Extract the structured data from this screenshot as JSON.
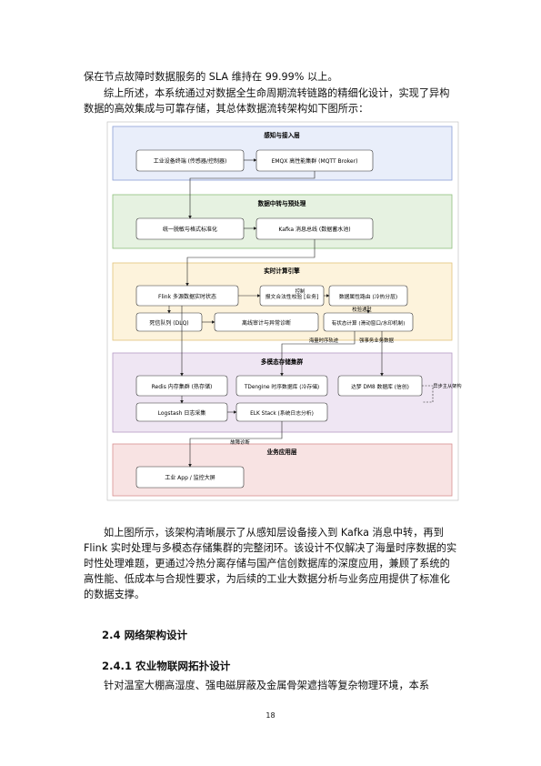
{
  "paragraphs": {
    "p1": "保在节点故障时数据服务的 SLA 维持在 99.99% 以上。",
    "p2": "综上所述，本系统通过对数据全生命周期流转链路的精细化设计，实现了异构数据的高效集成与可靠存储，其总体数据流转架构如下图所示：",
    "p3": "如上图所示，该架构清晰展示了从感知层设备接入到 Kafka 消息中转，再到 Flink 实时处理与多模态存储集群的完整闭环。该设计不仅解决了海量时序数据的实时性处理难题，更通过冷热分离存储与国产信创数据库的深度应用，兼顾了系统的高性能、低成本与合规性要求，为后续的工业大数据分析与业务应用提供了标准化的数据支撑。",
    "p4": "针对温室大棚高湿度、强电磁屏蔽及金属骨架遮挡等复杂物理环境，本系"
  },
  "headings": {
    "h1": "2.4  网络架构设计",
    "h2": "2.4.1  农业物联网拓扑设计"
  },
  "page_number": "18",
  "diagram": {
    "layers": {
      "l1": "感知与接入层",
      "l2": "数据中转与预处理",
      "l3": "实时计算引擎",
      "l4": "多模态存储集群",
      "l5": "业务应用层"
    },
    "nodes": {
      "device": "工业设备终端 (传感器/控制器)",
      "emqx": "EMQX 高性能集群 (MQTT Broker)",
      "normalize": "统一脱敏与格式标准化",
      "kafka": "Kafka 消息总线 (数据蓄水池)",
      "flink": "Flink 多源数据实时状态",
      "alarm": "报文合法性校验 [业务]",
      "route": "数据属性路由 (冷热分层)",
      "dlq": "死信队列 (DLQ)",
      "offline": "离线审计与异常诊断",
      "window": "有状态计算 (滑动窗口/水印机制)",
      "redis": "Redis 内存集群 (热存储)",
      "tdengine": "TDengine 时序数据库 (冷存储)",
      "dm8": "达梦 DM8 数据库 (信创)",
      "logstash": "Logstash 日志采集",
      "elk": "ELK Stack (系统日志分析)",
      "app": "工业 App / 监控大屏"
    },
    "edge_labels": {
      "ctrl": "控制",
      "check": "校验通过",
      "mass": "海量时序轨迹",
      "biz": "强事务业务数据",
      "sync": "异步主从架构",
      "fault": "故障诊断"
    },
    "colors": {
      "l1_fill": "#e9eefa",
      "l1_stroke": "#8b9fd6",
      "l2_fill": "#e6f2e1",
      "l2_stroke": "#8fbf7d",
      "l3_fill": "#fdf3dc",
      "l3_stroke": "#e2c27a",
      "l4_fill": "#efe6f3",
      "l4_stroke": "#b59ac4",
      "l5_fill": "#f8e3e3",
      "l5_stroke": "#d88f8f"
    }
  }
}
